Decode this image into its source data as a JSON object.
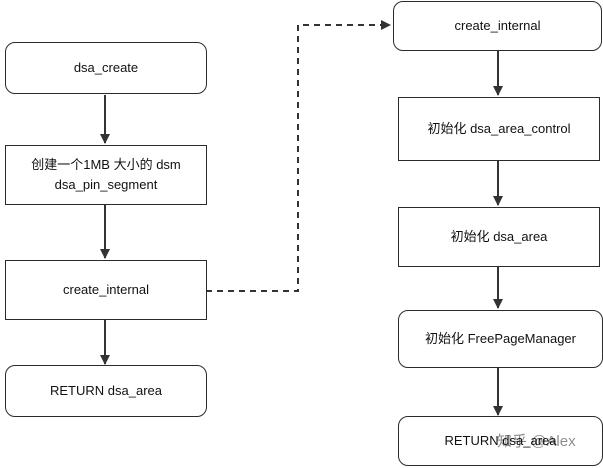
{
  "left_flow": {
    "start": "dsa_create",
    "step1_line1": "创建一个1MB 大小的 dsm",
    "step1_line2": "dsa_pin_segment",
    "step2": "create_internal",
    "end": "RETURN dsa_area"
  },
  "right_flow": {
    "start": "create_internal",
    "step1": "初始化 dsa_area_control",
    "step2": "初始化 dsa_area",
    "step3": "初始化 FreePageManager",
    "end": "RETURN dsa_area"
  },
  "watermark": "知乎 @Alex"
}
